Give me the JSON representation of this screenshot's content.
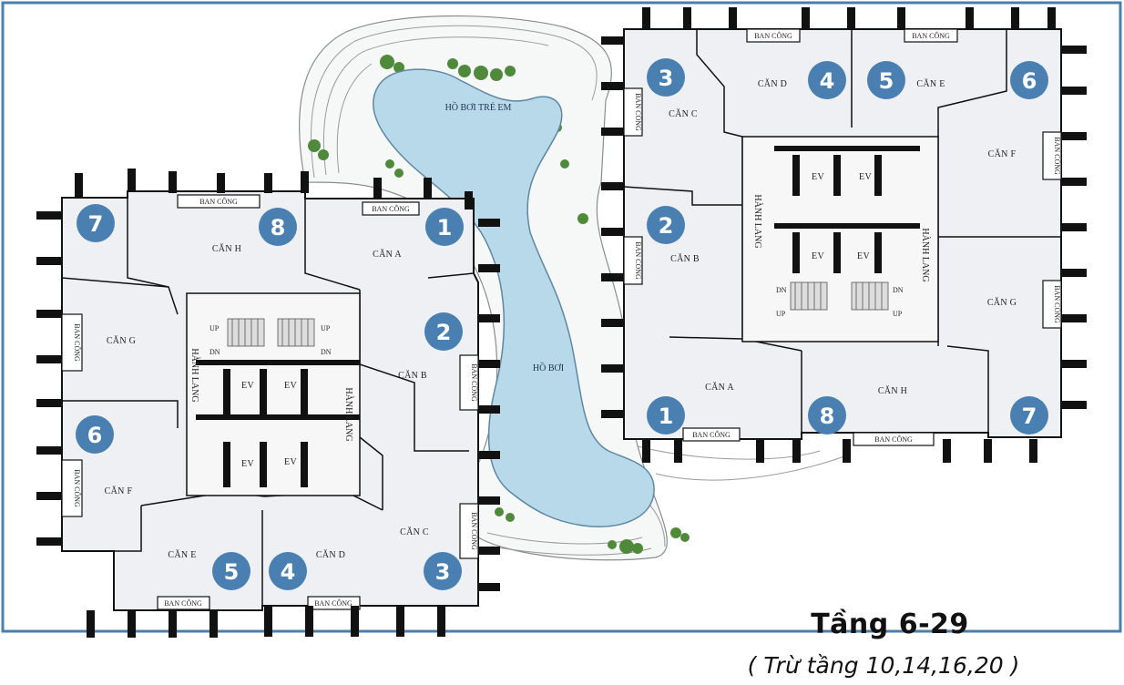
{
  "colors": {
    "frame": "#4a7fb2",
    "badge": "#4a7fb2",
    "unit_fill": "#eef0f3",
    "wall": "#111111",
    "pool": "#b7d9ea",
    "pool_edge": "#5d87a3",
    "greenery": "#4f8a3a"
  },
  "title": "Tầng 6-29",
  "subtitle": "( Trừ tầng 10,14,16,20 )",
  "pools": {
    "main": "HỒ BƠI",
    "kids": "HỒ BƠI TRẺ EM"
  },
  "labels": {
    "balcony": "BAN CÔNG",
    "corridor": "HÀNH LANG",
    "elevator": "EV",
    "up": "UP",
    "down": "DN"
  },
  "left_tower": {
    "units": [
      {
        "number": "1",
        "name": "CĂN A"
      },
      {
        "number": "2",
        "name": "CĂN B"
      },
      {
        "number": "3",
        "name": "CĂN C"
      },
      {
        "number": "4",
        "name": "CĂN D"
      },
      {
        "number": "5",
        "name": "CĂN E"
      },
      {
        "number": "6",
        "name": "CĂN F"
      },
      {
        "number": "7",
        "name": "CĂN G"
      },
      {
        "number": "8",
        "name": "CĂN H"
      }
    ]
  },
  "right_tower": {
    "units": [
      {
        "number": "1",
        "name": "CĂN A"
      },
      {
        "number": "2",
        "name": "CĂN B"
      },
      {
        "number": "3",
        "name": "CĂN C"
      },
      {
        "number": "4",
        "name": "CĂN D"
      },
      {
        "number": "5",
        "name": "CĂN E"
      },
      {
        "number": "6",
        "name": "CĂN F"
      },
      {
        "number": "7",
        "name": "CĂN G"
      },
      {
        "number": "8",
        "name": "CĂN H"
      }
    ]
  }
}
